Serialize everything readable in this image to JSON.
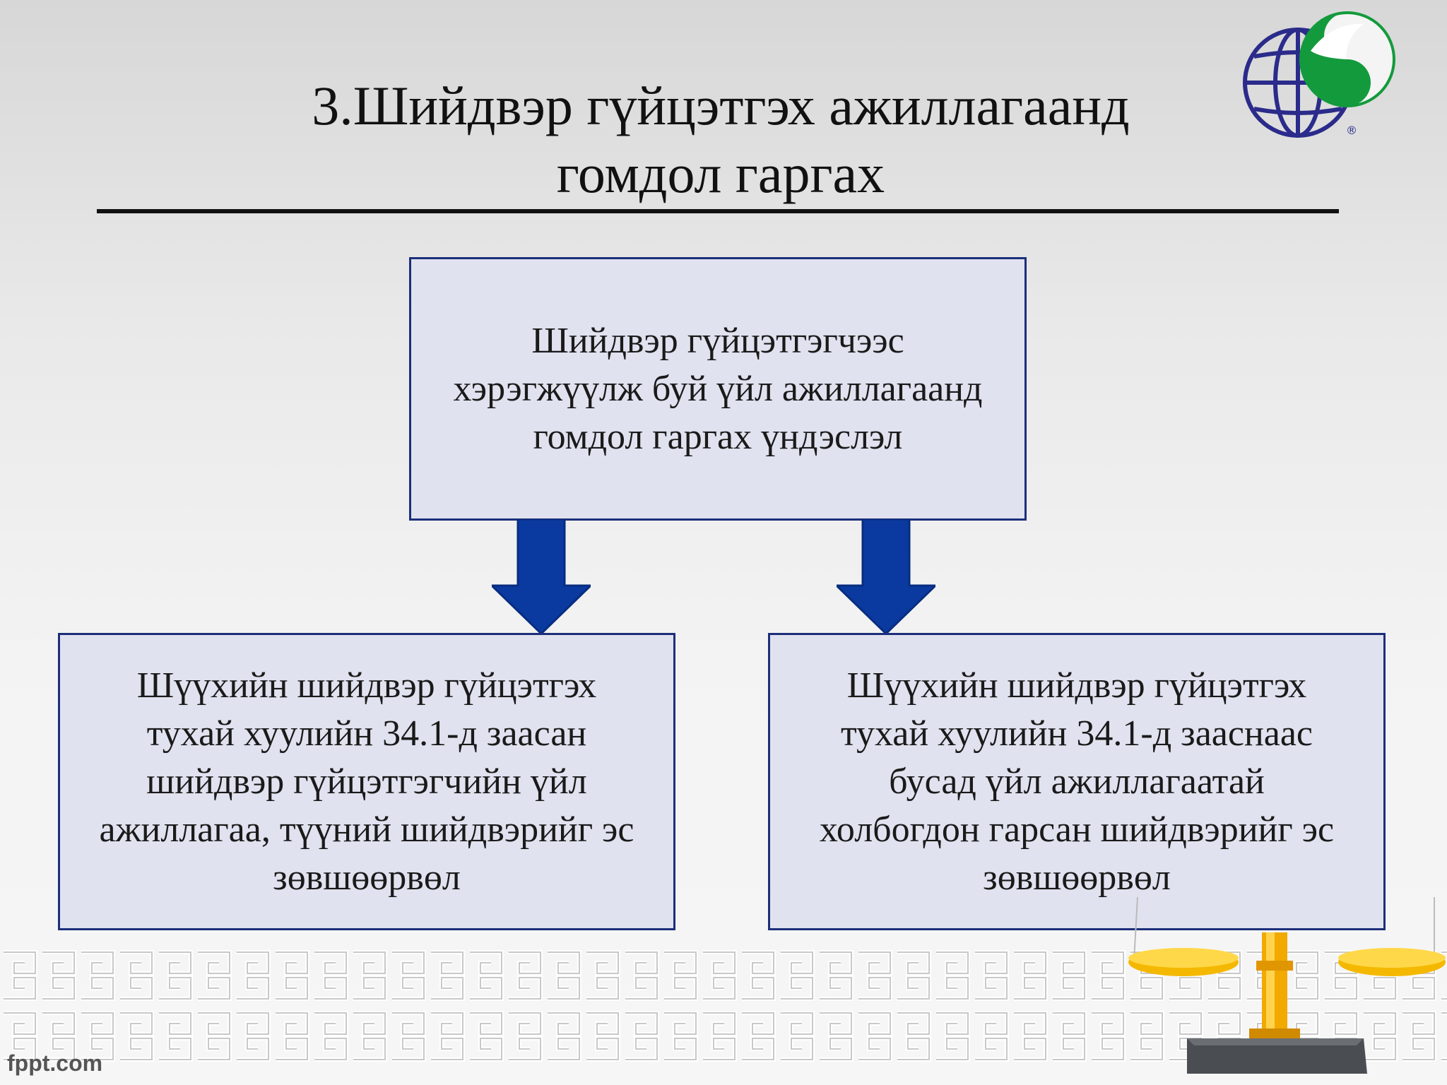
{
  "title": "3.Шийдвэр гүйцэтгэх ажиллагаанд\nгомдол гаргах",
  "diagram": {
    "top_box": "Шийдвэр гүйцэтгэгчээс\nхэрэгжүүлж буй үйл ажиллагаанд\nгомдол гаргах үндэслэл",
    "left_box": "Шүүхийн шийдвэр гүйцэтгэх\nтухай хуулийн 34.1-д заасан\nшийдвэр гүйцэтгэгчийн үйл\nажиллагаа, түүний шийдвэрийг эс\nзөвшөөрвөл",
    "right_box": "Шүүхийн шийдвэр гүйцэтгэх\nтухай хуулийн 34.1-д зааснаас\nбусад үйл ажиллагаатай\nхолбогдон гарсан шийдвэрийг эс\nзөвшөөрвөл"
  },
  "footer": "fppt.com",
  "colors": {
    "box_fill": "#e0e2ef",
    "box_border": "#1d2f7a",
    "arrow": "#0a3aa0",
    "logo_blue": "#2a2b8a",
    "logo_green": "#139a3c"
  },
  "icons": [
    "globe-logo-icon",
    "down-arrow-icon",
    "scales-of-justice-icon",
    "mongolian-ornament-border"
  ]
}
